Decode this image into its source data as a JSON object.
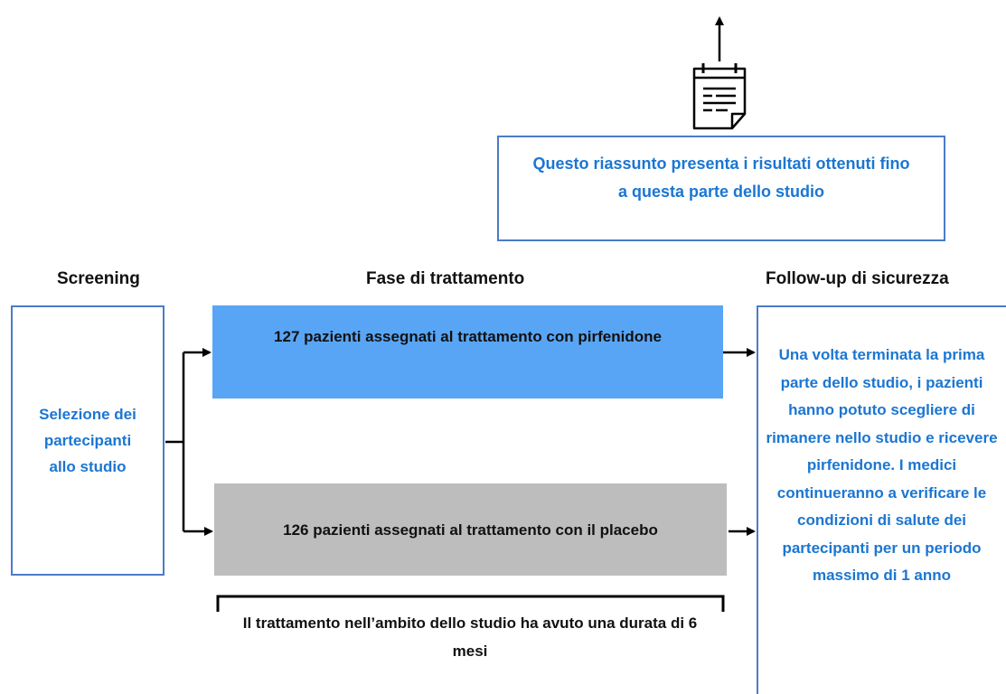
{
  "summary_note": {
    "text": "Questo riassunto presenta i risultati ottenuti fino a questa parte dello studio",
    "icon": "document-icon"
  },
  "phases": {
    "screening": "Screening",
    "treatment": "Fase di trattamento",
    "followup": "Follow-up di sicurezza"
  },
  "screening_box": {
    "text": "Selezione dei partecipanti allo studio"
  },
  "arms": [
    {
      "text": "127 pazienti assegnati al trattamento con pirfenidone",
      "color": "#59a5f5"
    },
    {
      "text": "126 pazienti assegnati al trattamento con il placebo",
      "color": "#bdbdbd"
    }
  ],
  "duration_note": {
    "text": "Il trattamento nell’ambito dello studio ha avuto una durata di 6 mesi"
  },
  "followup_box": {
    "text": "Una volta terminata la prima parte dello studio, i pazienti hanno potuto scegliere di rimanere nello studio e ricevere pirfenidone. I medici continueranno a verificare le condizioni di salute dei partecipanti per un periodo massimo di 1 anno"
  },
  "colors": {
    "accent_text": "#1b76d2",
    "box_border": "#4a7cc8"
  }
}
